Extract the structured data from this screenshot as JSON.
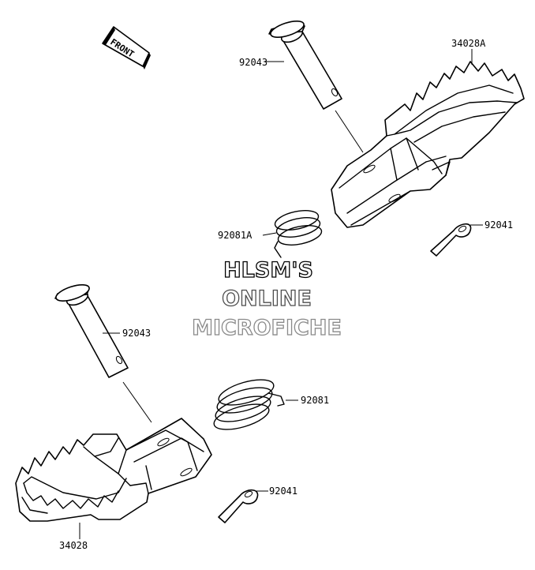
{
  "front_badge": {
    "label": "FRONT"
  },
  "parts": {
    "pin_top": "92043",
    "footpeg_right": "34028A",
    "cotter_top": "92041",
    "spring_top": "92081A",
    "pin_bottom": "92043",
    "spring_bottom": "92081",
    "cotter_bottom": "92041",
    "footpeg_left": "34028"
  },
  "watermark": {
    "line1": "HLSM'S",
    "line2": "ONLINE",
    "line3": "MICROFICHE",
    "colors": [
      "#000000",
      "#4d4d4d",
      "#8a8a8a"
    ]
  }
}
